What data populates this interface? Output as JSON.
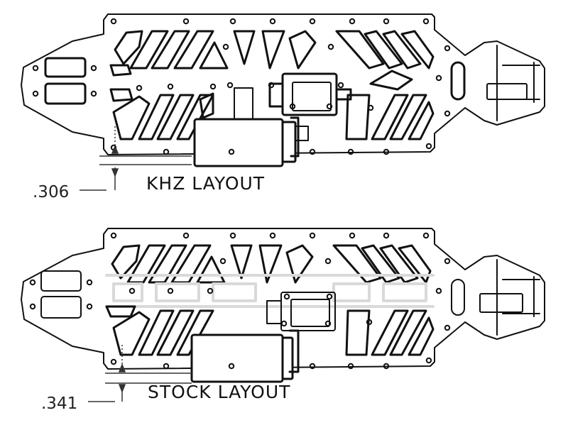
{
  "layouts": [
    {
      "id": "khz",
      "label": "KHZ LAYOUT",
      "dimension": ".306"
    },
    {
      "id": "stock",
      "label": "STOCK LAYOUT",
      "dimension": ".341"
    }
  ],
  "colors": {
    "line": "#111111",
    "background": "#ffffff",
    "ghost": "#d9d9d9"
  }
}
